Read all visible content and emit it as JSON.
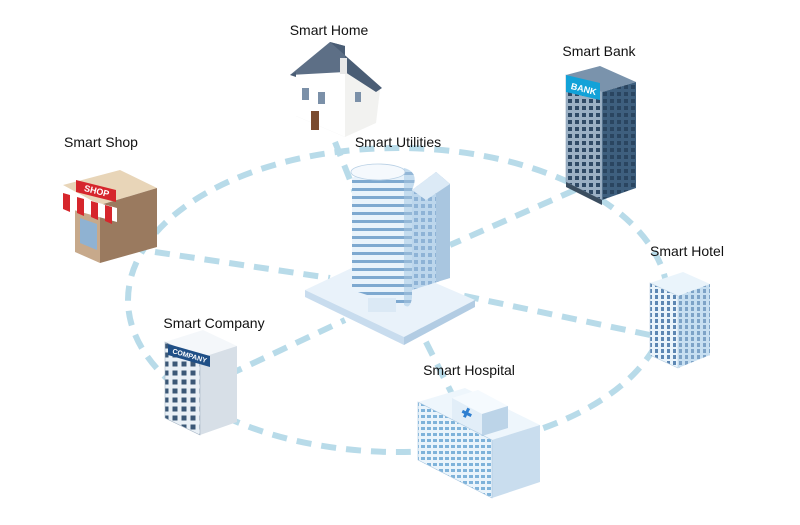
{
  "diagram": {
    "center": {
      "label": "Smart Utilities"
    },
    "nodes": [
      {
        "id": "home",
        "label": "Smart Home"
      },
      {
        "id": "bank",
        "label": "Smart Bank",
        "sign": "BANK"
      },
      {
        "id": "shop",
        "label": "Smart Shop",
        "sign": "SHOP"
      },
      {
        "id": "hotel",
        "label": "Smart Hotel"
      },
      {
        "id": "company",
        "label": "Smart Company",
        "sign": "COMPANY"
      },
      {
        "id": "hospital",
        "label": "Smart Hospital"
      }
    ],
    "colors": {
      "connector": "#b8dbe9",
      "bank_blue": "#3e5f7e",
      "shop_red": "#d6262c",
      "building_light": "#d9ebf7",
      "window": "#5d87b3"
    }
  }
}
